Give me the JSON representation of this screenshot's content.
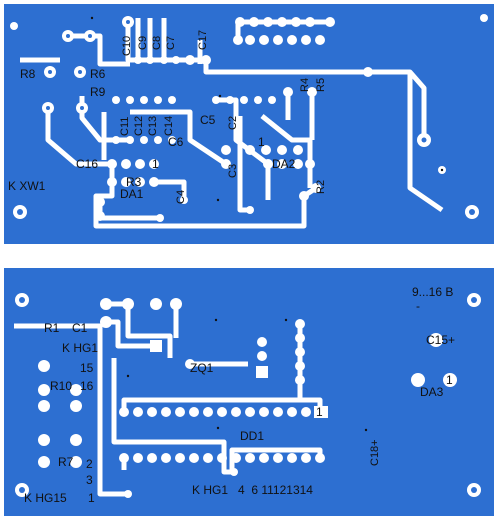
{
  "top_board": {
    "labels": {
      "C10": "C10",
      "C9": "C9",
      "C8": "C8",
      "C7": "C7",
      "C17": "C17",
      "R8": "R8",
      "R6": "R6",
      "R9": "R9",
      "R4": "R4",
      "R5": "R5",
      "C11": "C11",
      "C12": "C12",
      "C13": "C13",
      "C14": "C14",
      "C5": "C5",
      "C2": "C2",
      "C6": "C6",
      "C16": "C16",
      "C3": "C3",
      "DA2": "DA2",
      "R3": "R3",
      "DA1": "DA1",
      "C4": "C4",
      "R2": "R2",
      "K_XW1": "K XW1",
      "pin1_a": "1",
      "pin1_b": "1"
    }
  },
  "bottom_board": {
    "labels": {
      "R1": "R1",
      "C1": "C1",
      "K_HG1_top": "K HG1",
      "n15": "15",
      "R10": "R10",
      "n16": "16",
      "ZQ1": "ZQ1",
      "DD1": "DD1",
      "pin1": "1",
      "R7": "R7",
      "n2": "2",
      "n3": "3",
      "K_HG15": "K HG15",
      "n1": "1",
      "K_HG1_bottom": "K HG1",
      "pins_row": "4  6 11121314",
      "power": "9...16 B",
      "minus": "-",
      "C15": "C15+",
      "DA3": "DA3",
      "pin1_da3": "1",
      "C18": "C18+"
    }
  },
  "colors": {
    "board": "#2d6fd1",
    "pad": "#ffffff",
    "trace": "#ffffff"
  }
}
